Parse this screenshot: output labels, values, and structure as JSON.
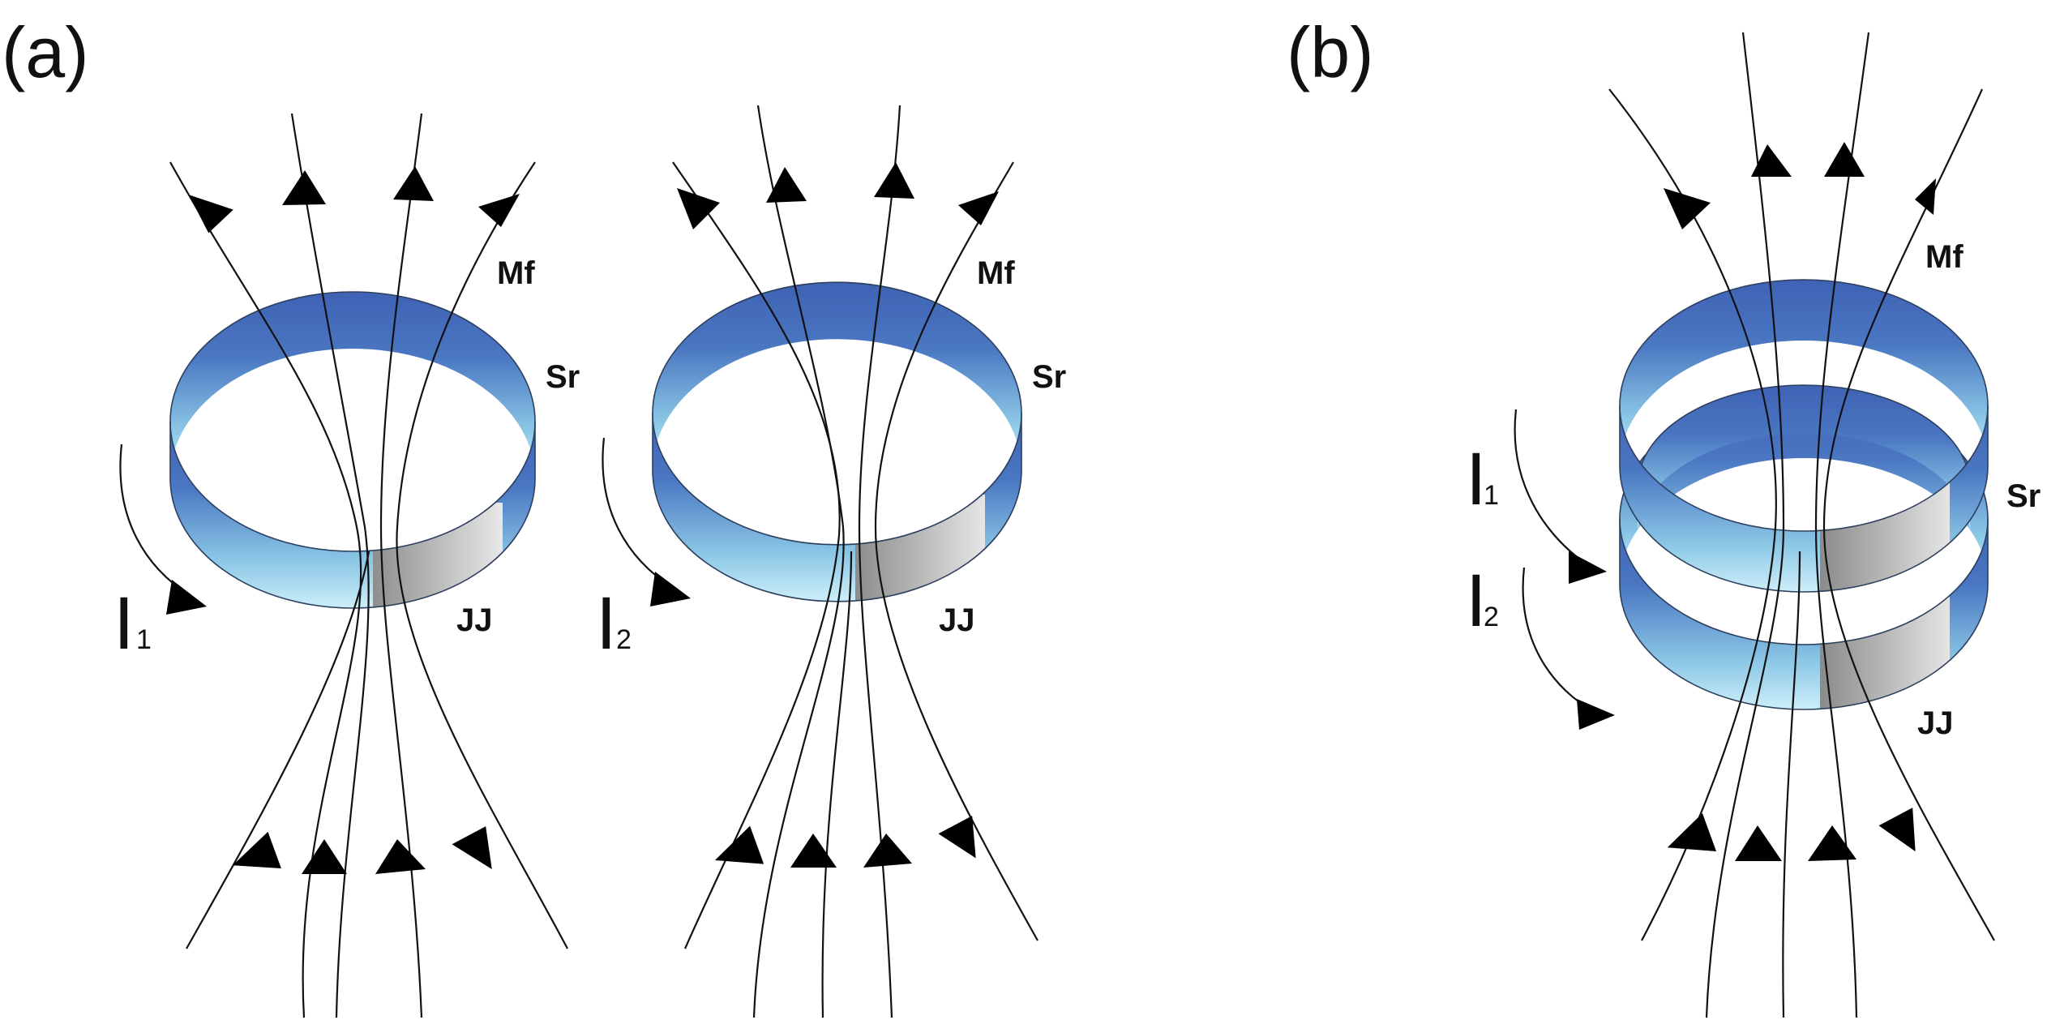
{
  "panels": {
    "a": {
      "label": "(a)",
      "ring1": {
        "magnetic_flux_label": "Mf",
        "ring_label": "Sr",
        "junction_label": "JJ",
        "current_label": "I",
        "current_sub": "1"
      },
      "ring2": {
        "magnetic_flux_label": "Mf",
        "ring_label": "Sr",
        "junction_label": "JJ",
        "current_label": "I",
        "current_sub": "2"
      }
    },
    "b": {
      "label": "(b)",
      "magnetic_flux_label": "Mf",
      "ring_label": "Sr",
      "junction_label": "JJ",
      "upper_current_label": "I",
      "upper_current_sub": "1",
      "lower_current_label": "I",
      "lower_current_sub": "2"
    }
  },
  "colors": {
    "ring_blue": "#3f62b4",
    "ring_light": "#cdeef9",
    "junction_dark": "#000000",
    "junction_light": "#ffffff",
    "line": "#111111"
  }
}
